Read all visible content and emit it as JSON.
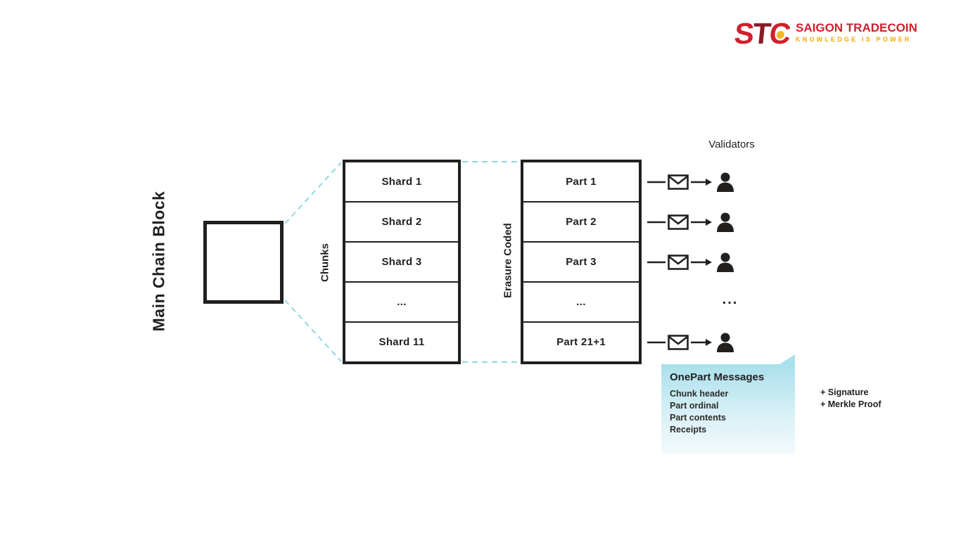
{
  "logo": {
    "abbr_s": "S",
    "abbr_t": "T",
    "abbr_c": "C",
    "name": "SAIGON TRADECOIN",
    "tagline": "KNOWLEDGE IS POWER"
  },
  "labels": {
    "main_block": "Main Chain Block",
    "chunks": "Chunks",
    "erasure": "Erasure Coded",
    "validators": "Validators",
    "ellipsis": "..."
  },
  "chunks_rows": [
    "Shard 1",
    "Shard 2",
    "Shard 3",
    "...",
    "Shard 11"
  ],
  "parts_rows": [
    "Part 1",
    "Part 2",
    "Part 3",
    "...",
    "Part 21+1"
  ],
  "callout": {
    "title": "OnePart Messages",
    "line1": "Chunk header",
    "line2": "Part ordinal",
    "line3": "Part contents",
    "line4": "Receipts"
  },
  "annotations": {
    "line1": "+ Signature",
    "line2": "+ Merkle Proof"
  },
  "colors": {
    "dash_accent": "#8fd7e6",
    "ink": "#221f1f",
    "logo_red": "#d0202e",
    "logo_yellow": "#f5a800"
  }
}
